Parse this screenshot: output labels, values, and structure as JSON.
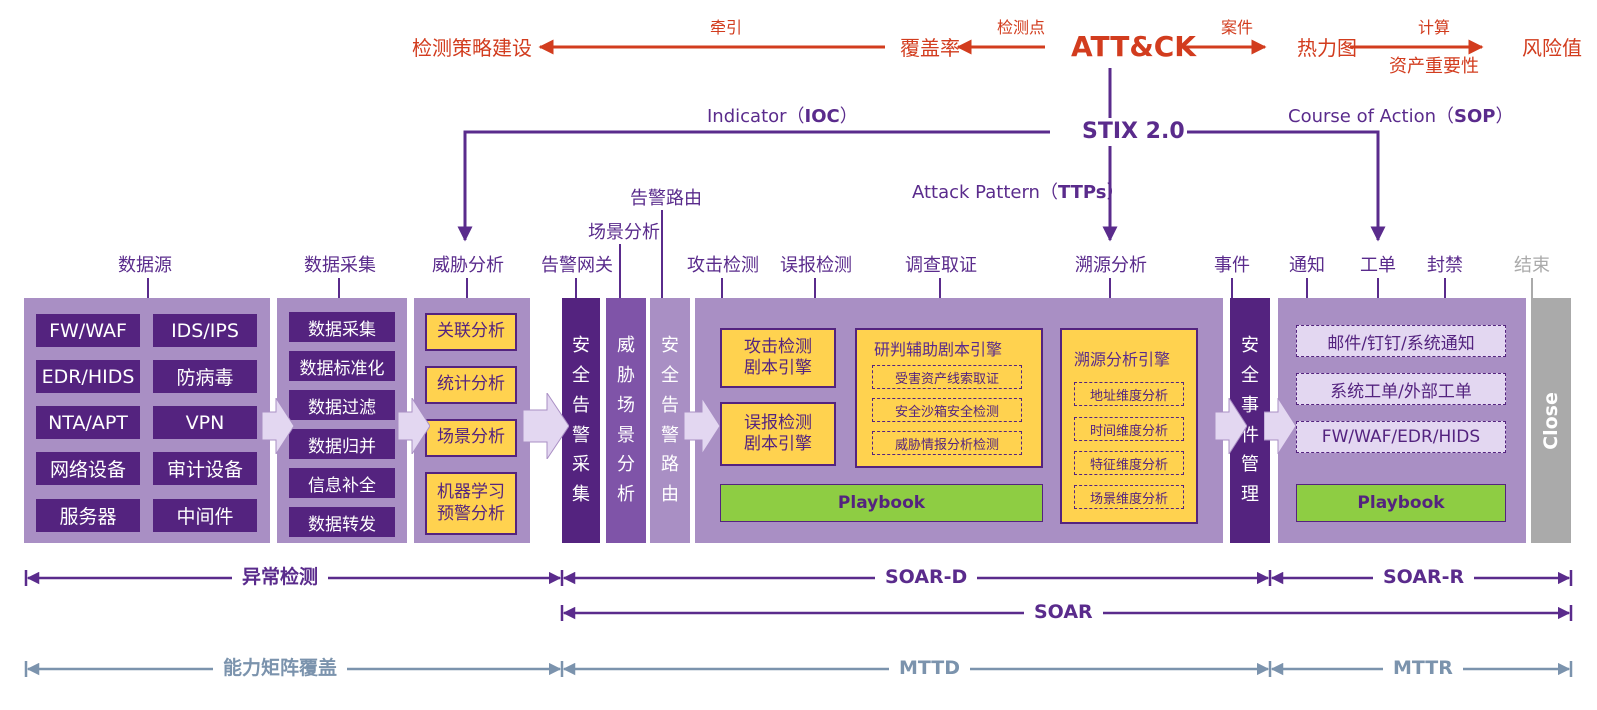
{
  "top": {
    "attck": "ATT&CK",
    "coverage": "覆盖率",
    "strategy": "检测策略建设",
    "heatmap": "热力图",
    "risk": "风险值",
    "lbl_guide": "牵引",
    "lbl_checkpoint": "检测点",
    "lbl_case": "案件",
    "lbl_calc": "计算",
    "lbl_asset": "资产重要性"
  },
  "stix": {
    "title": "STIX 2.0",
    "indicator_pre": "Indicator（",
    "indicator_bold": "IOC",
    "indicator_post": "）",
    "coa_pre": "Course of Action（",
    "coa_bold": "SOP",
    "coa_post": "）",
    "ap_pre": "Attack Pattern（",
    "ap_bold": "TTPs",
    "ap_post": "）"
  },
  "headers": {
    "datasource": "数据源",
    "collect": "数据采集",
    "threat": "威胁分析",
    "gateway": "告警网关",
    "scene": "场景分析",
    "route": "告警路由",
    "attack": "攻击检测",
    "false": "误报检测",
    "investigate": "调查取证",
    "trace": "溯源分析",
    "event": "事件",
    "notify": "通知",
    "ticket": "工单",
    "block": "封禁",
    "end": "结束"
  },
  "datasource": {
    "items": [
      "FW/WAF",
      "IDS/IPS",
      "EDR/HIDS",
      "防病毒",
      "NTA/APT",
      "VPN",
      "网络设备",
      "审计设备",
      "服务器",
      "中间件"
    ]
  },
  "collect": {
    "items": [
      "数据采集",
      "数据标准化",
      "数据过滤",
      "数据归并",
      "信息补全",
      "数据转发"
    ]
  },
  "threat": {
    "items": [
      "关联分析",
      "统计分析",
      "场景分析"
    ],
    "ml_line1": "机器学习",
    "ml_line2": "预警分析"
  },
  "columns": {
    "gateway": [
      "安",
      "全",
      "告",
      "警",
      "采",
      "集"
    ],
    "scene": [
      "威",
      "胁",
      "场",
      "景",
      "分",
      "析"
    ],
    "route": [
      "安",
      "全",
      "告",
      "警",
      "路",
      "由"
    ],
    "event": [
      "安",
      "全",
      "事",
      "件",
      "管",
      "理"
    ],
    "close": "Close"
  },
  "soard": {
    "attack_engine_1": "攻击检测",
    "attack_engine_2": "剧本引擎",
    "false_engine_1": "误报检测",
    "false_engine_2": "剧本引擎",
    "research_title": "研判辅助剧本引擎",
    "research_items": [
      "受害资产线索取证",
      "安全沙箱安全检测",
      "威胁情报分析检测"
    ],
    "trace_title": "溯源分析引擎",
    "trace_items": [
      "地址维度分析",
      "时间维度分析",
      "特征维度分析",
      "场景维度分析"
    ],
    "playbook": "Playbook"
  },
  "soarr": {
    "items": [
      "邮件/钉钉/系统通知",
      "系统工单/外部工单",
      "FW/WAF/EDR/HIDS"
    ],
    "playbook": "Playbook"
  },
  "bottom": {
    "anomaly": "异常检测",
    "soard": "SOAR-D",
    "soarr": "SOAR-R",
    "soar": "SOAR",
    "matrix": "能力矩阵覆盖",
    "mttd": "MTTD",
    "mttr": "MTTR"
  },
  "colors": {
    "red": "#d23c1e",
    "purple": "#5a2b8c",
    "panel": "#a98fc4",
    "dark": "#54237f",
    "yellow": "#ffd24f",
    "green": "#8ecd43",
    "grey": "#aaaaaa",
    "steel": "#7b93ad"
  }
}
